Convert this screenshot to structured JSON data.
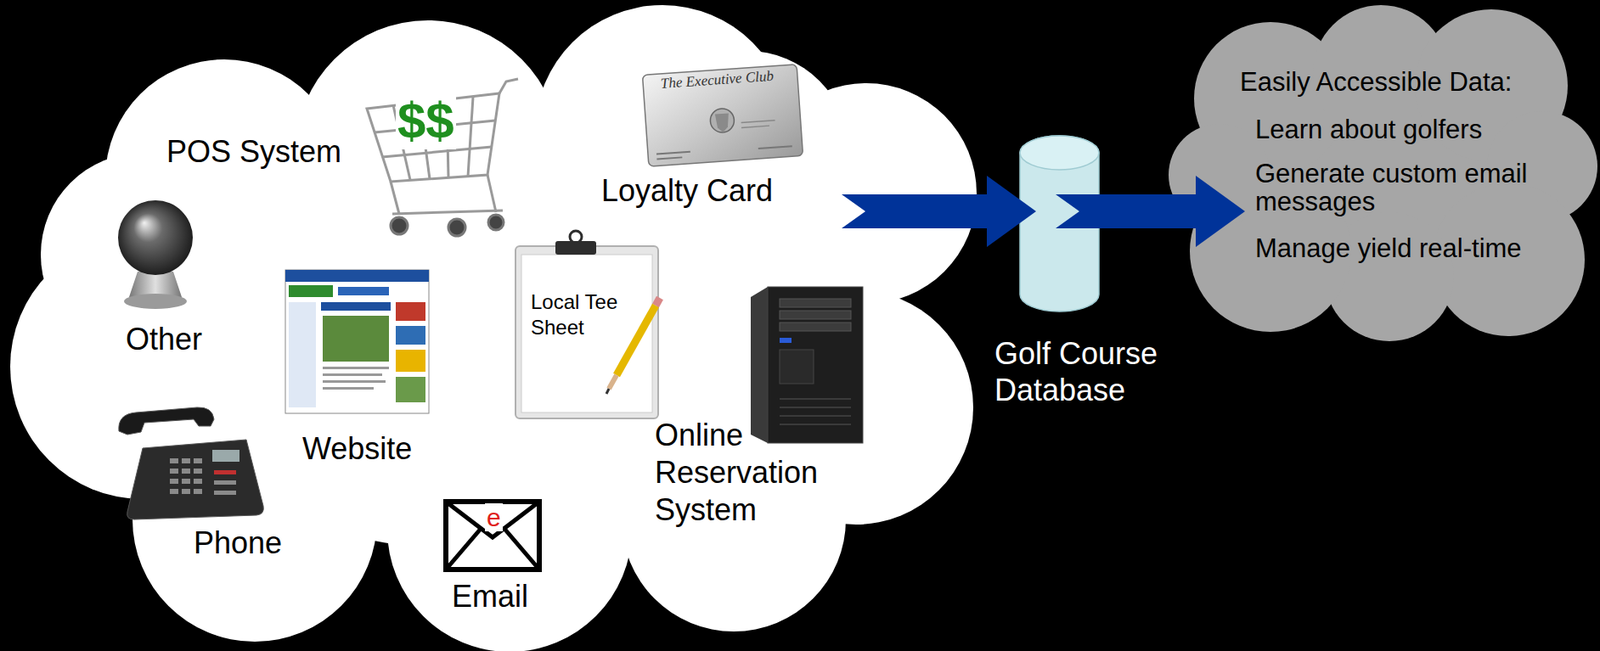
{
  "diagram": {
    "nodes": [
      {
        "text": [
          "POS System",
          "Loyalty Card",
          "Other",
          "Website",
          "Local Tee Sheet",
          "Online Reservation System",
          "Phone",
          "Email"
        ]
      },
      {
        "text": [
          "Golf Course Database"
        ]
      },
      {
        "text": [
          "Easily Accessible Data:",
          "Learn about golfers",
          "Generate custom email messages",
          "Manage yield real-time"
        ]
      }
    ],
    "edges": [
      {
        "from": 0,
        "to": 1,
        "arrow": "to"
      },
      {
        "from": 1,
        "to": 2,
        "arrow": "to"
      }
    ],
    "labels": [
      "$$",
      "The Executive Club",
      "e"
    ]
  }
}
